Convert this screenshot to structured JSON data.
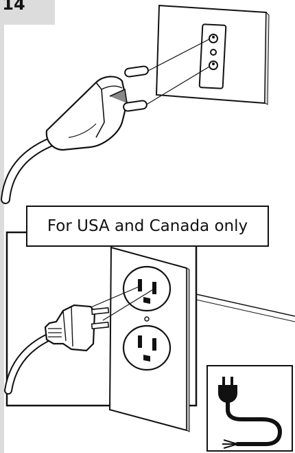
{
  "page": {
    "number": "14",
    "caption": "For USA and Canada only"
  },
  "figures": [
    {
      "name": "european-plug-and-socket",
      "label": ""
    },
    {
      "name": "us-plug-and-outlet",
      "label": ""
    },
    {
      "name": "power-cord-icon",
      "label": ""
    }
  ]
}
